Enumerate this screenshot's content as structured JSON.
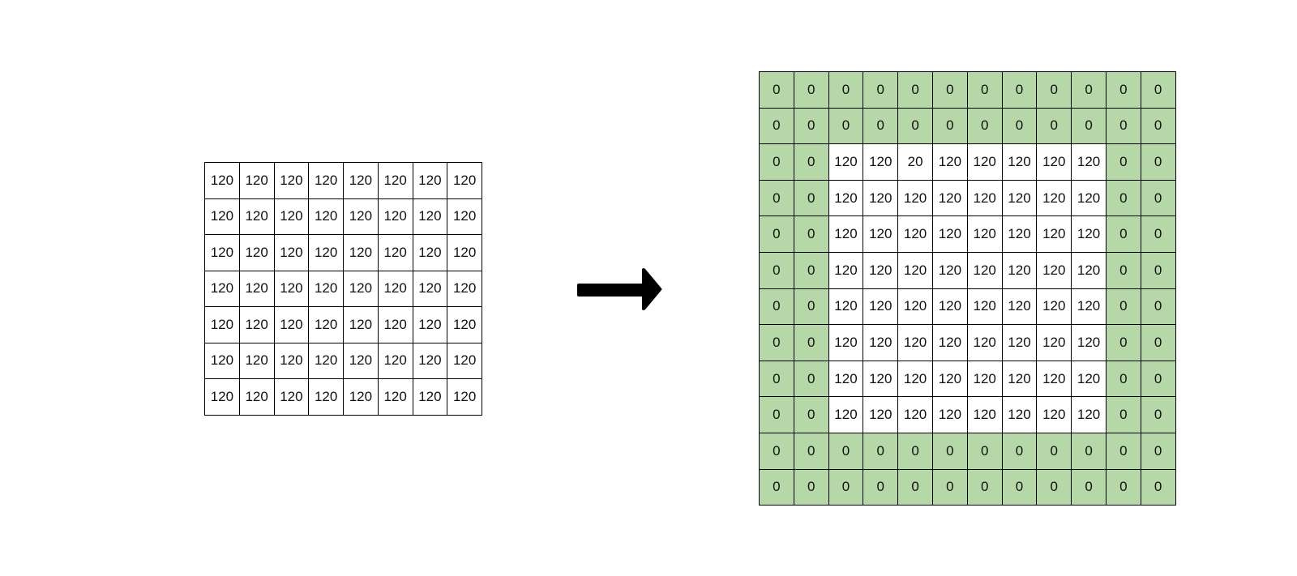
{
  "source_grid": {
    "rows": [
      [
        "120",
        "120",
        "120",
        "120",
        "120",
        "120",
        "120",
        "120"
      ],
      [
        "120",
        "120",
        "120",
        "120",
        "120",
        "120",
        "120",
        "120"
      ],
      [
        "120",
        "120",
        "120",
        "120",
        "120",
        "120",
        "120",
        "120"
      ],
      [
        "120",
        "120",
        "120",
        "120",
        "120",
        "120",
        "120",
        "120"
      ],
      [
        "120",
        "120",
        "120",
        "120",
        "120",
        "120",
        "120",
        "120"
      ],
      [
        "120",
        "120",
        "120",
        "120",
        "120",
        "120",
        "120",
        "120"
      ],
      [
        "120",
        "120",
        "120",
        "120",
        "120",
        "120",
        "120",
        "120"
      ]
    ]
  },
  "padded_grid": {
    "padding_color": "#b6d7a8",
    "interior_color": "#ffffff",
    "padding_width": 2,
    "rows": [
      [
        "0",
        "0",
        "0",
        "0",
        "0",
        "0",
        "0",
        "0",
        "0",
        "0",
        "0",
        "0"
      ],
      [
        "0",
        "0",
        "0",
        "0",
        "0",
        "0",
        "0",
        "0",
        "0",
        "0",
        "0",
        "0"
      ],
      [
        "0",
        "0",
        "120",
        "120",
        "20",
        "120",
        "120",
        "120",
        "120",
        "120",
        "0",
        "0"
      ],
      [
        "0",
        "0",
        "120",
        "120",
        "120",
        "120",
        "120",
        "120",
        "120",
        "120",
        "0",
        "0"
      ],
      [
        "0",
        "0",
        "120",
        "120",
        "120",
        "120",
        "120",
        "120",
        "120",
        "120",
        "0",
        "0"
      ],
      [
        "0",
        "0",
        "120",
        "120",
        "120",
        "120",
        "120",
        "120",
        "120",
        "120",
        "0",
        "0"
      ],
      [
        "0",
        "0",
        "120",
        "120",
        "120",
        "120",
        "120",
        "120",
        "120",
        "120",
        "0",
        "0"
      ],
      [
        "0",
        "0",
        "120",
        "120",
        "120",
        "120",
        "120",
        "120",
        "120",
        "120",
        "0",
        "0"
      ],
      [
        "0",
        "0",
        "120",
        "120",
        "120",
        "120",
        "120",
        "120",
        "120",
        "120",
        "0",
        "0"
      ],
      [
        "0",
        "0",
        "120",
        "120",
        "120",
        "120",
        "120",
        "120",
        "120",
        "120",
        "0",
        "0"
      ],
      [
        "0",
        "0",
        "0",
        "0",
        "0",
        "0",
        "0",
        "0",
        "0",
        "0",
        "0",
        "0"
      ],
      [
        "0",
        "0",
        "0",
        "0",
        "0",
        "0",
        "0",
        "0",
        "0",
        "0",
        "0",
        "0"
      ]
    ]
  },
  "arrow": {
    "icon": "right-arrow-icon",
    "color": "#000000"
  }
}
